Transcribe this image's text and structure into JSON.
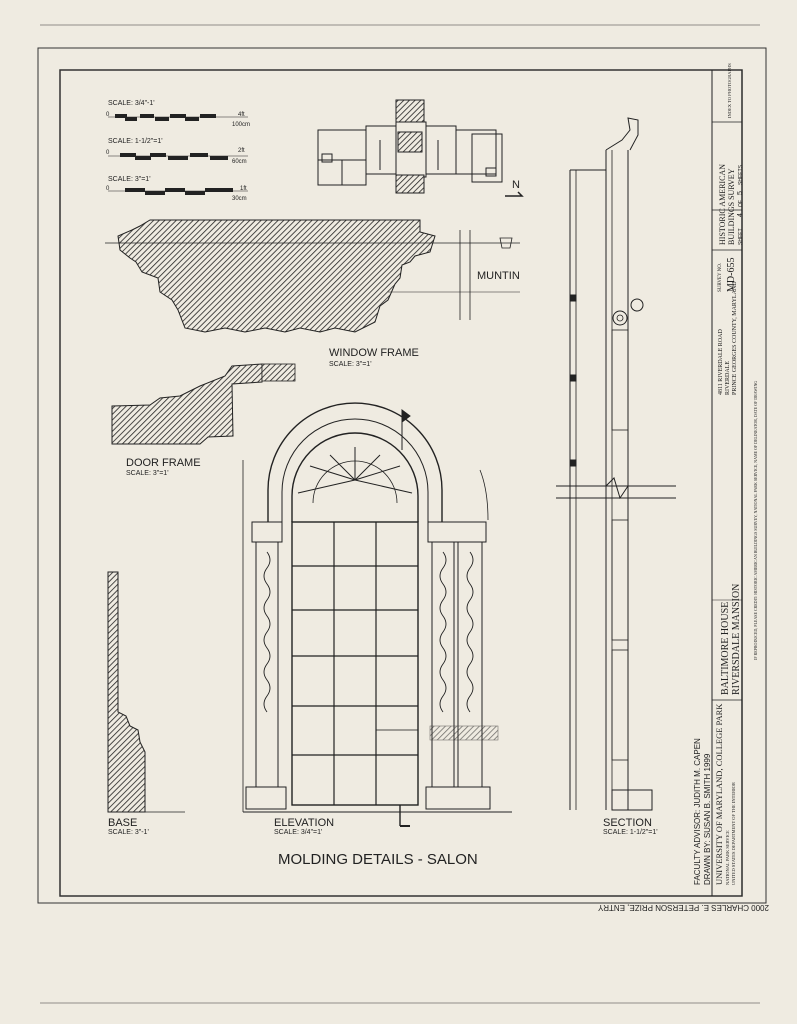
{
  "colors": {
    "paper": "#efebe1",
    "ink": "#222222"
  },
  "scales": [
    {
      "label": "SCALE: 3/4\"-1'",
      "zero": "0",
      "end_imperial": "4ft",
      "end_metric": "100cm"
    },
    {
      "label": "SCALE: 1-1/2\"=1'",
      "zero": "0",
      "end_imperial": "2ft",
      "end_metric": "60cm"
    },
    {
      "label": "SCALE: 3\"=1'",
      "zero": "0",
      "end_imperial": "1ft",
      "end_metric": "30cm"
    }
  ],
  "north_label": "N",
  "details": {
    "muntin": "MUNTIN",
    "window_frame": {
      "title": "WINDOW FRAME",
      "scale": "SCALE: 3\"=1'"
    },
    "door_frame": {
      "title": "DOOR FRAME",
      "scale": "SCALE: 3\"=1'"
    },
    "base": {
      "title": "BASE",
      "scale": "SCALE: 3\"-1'"
    },
    "elevation": {
      "title": "ELEVATION",
      "scale": "SCALE: 3/4\"=1'"
    },
    "section": {
      "title": "SECTION",
      "scale": "SCALE: 1-1/2\"=1'"
    }
  },
  "sheet_title": "MOLDING DETAILS - SALON",
  "credits": {
    "faculty": "FACULTY ADVISOR: JUDITH M. CAPEN",
    "drawn": "DRAWN BY: SUSAN B. SMITH   1999"
  },
  "title_block": {
    "university": "UNIVERSITY OF MARYLAND, COLLEGE PARK",
    "nps": "NATIONAL PARK SERVICE",
    "dept": "UNITED STATES DEPARTMENT OF THE INTERIOR",
    "building_1": "BALTIMORE HOUSE",
    "building_2": "RIVERSDALE MANSION",
    "address_1": "4811 RIVERDALE ROAD",
    "address_2": "RIVERDALE",
    "address_3": "PRINCE GEORGES COUNTY, MARYLAND",
    "habs_1": "HISTORIC AMERICAN",
    "habs_2": "BUILDINGS SURVEY",
    "survey_no_label": "SURVEY NO.",
    "survey_no": "MD-655",
    "sheet_label": "SHEET",
    "sheet_no": "4",
    "sheet_of": "OF",
    "sheet_total": "5",
    "sheets": "SHEETS",
    "index": "INDEX TO PHOTOGRAPHS",
    "reproduced_note": "IF REPRODUCED, PLEASE CREDIT: HISTORIC AMERICAN BUILDINGS SURVEY, NATIONAL PARK SERVICE, NAME OF DELINEATOR, DATE OF DRAWING"
  },
  "entry_note": "2000 CHARLES E. PETERSON PRIZE, ENTRY"
}
